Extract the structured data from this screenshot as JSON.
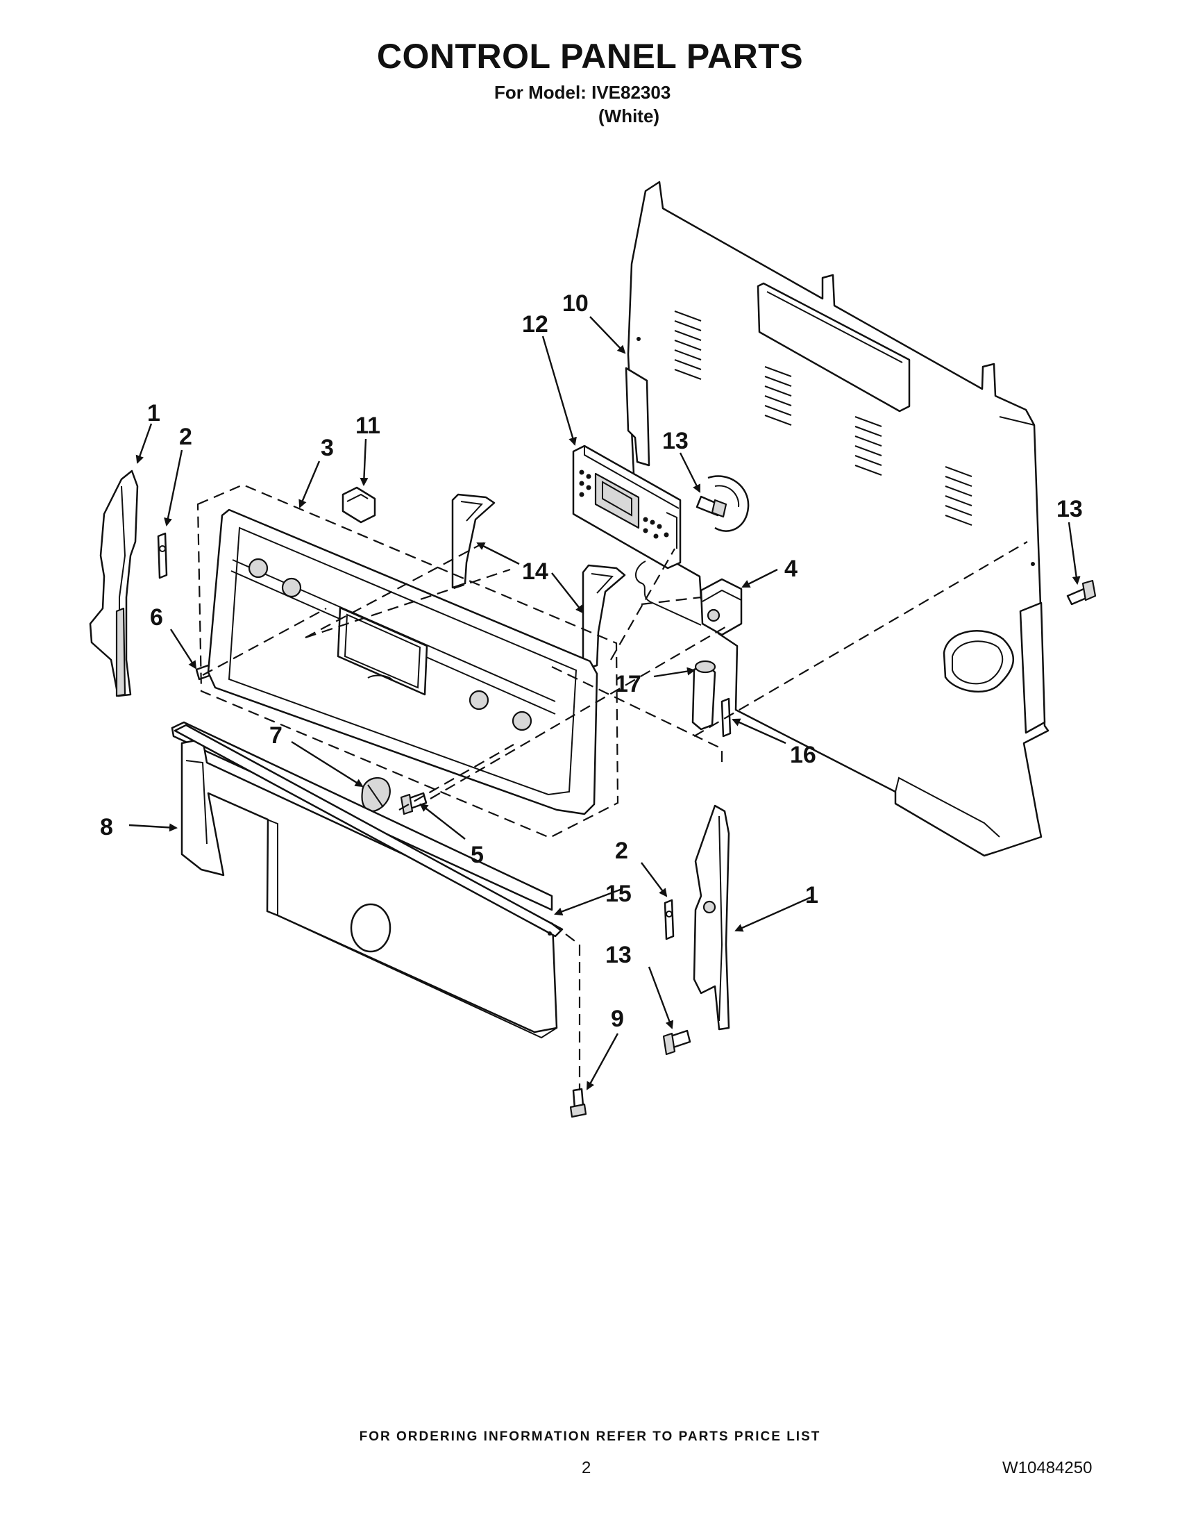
{
  "header": {
    "title": "CONTROL PANEL PARTS",
    "model_line": "For Model: IVE82303",
    "color": "(White)"
  },
  "callouts": [
    {
      "id": "c1a",
      "label": "1"
    },
    {
      "id": "c2a",
      "label": "2"
    },
    {
      "id": "c3",
      "label": "3"
    },
    {
      "id": "c11",
      "label": "11"
    },
    {
      "id": "c12",
      "label": "12"
    },
    {
      "id": "c10",
      "label": "10"
    },
    {
      "id": "c13a",
      "label": "13"
    },
    {
      "id": "c13b",
      "label": "13"
    },
    {
      "id": "c14",
      "label": "14"
    },
    {
      "id": "c4",
      "label": "4"
    },
    {
      "id": "c6",
      "label": "6"
    },
    {
      "id": "c17",
      "label": "17"
    },
    {
      "id": "c16",
      "label": "16"
    },
    {
      "id": "c7",
      "label": "7"
    },
    {
      "id": "c5",
      "label": "5"
    },
    {
      "id": "c8",
      "label": "8"
    },
    {
      "id": "c2b",
      "label": "2"
    },
    {
      "id": "c15",
      "label": "15"
    },
    {
      "id": "c1b",
      "label": "1"
    },
    {
      "id": "c13c",
      "label": "13"
    },
    {
      "id": "c9",
      "label": "9"
    }
  ],
  "footer": {
    "ordering_note": "FOR ORDERING INFORMATION REFER TO PARTS PRICE LIST",
    "page_number": "2",
    "document_number": "W10484250"
  }
}
